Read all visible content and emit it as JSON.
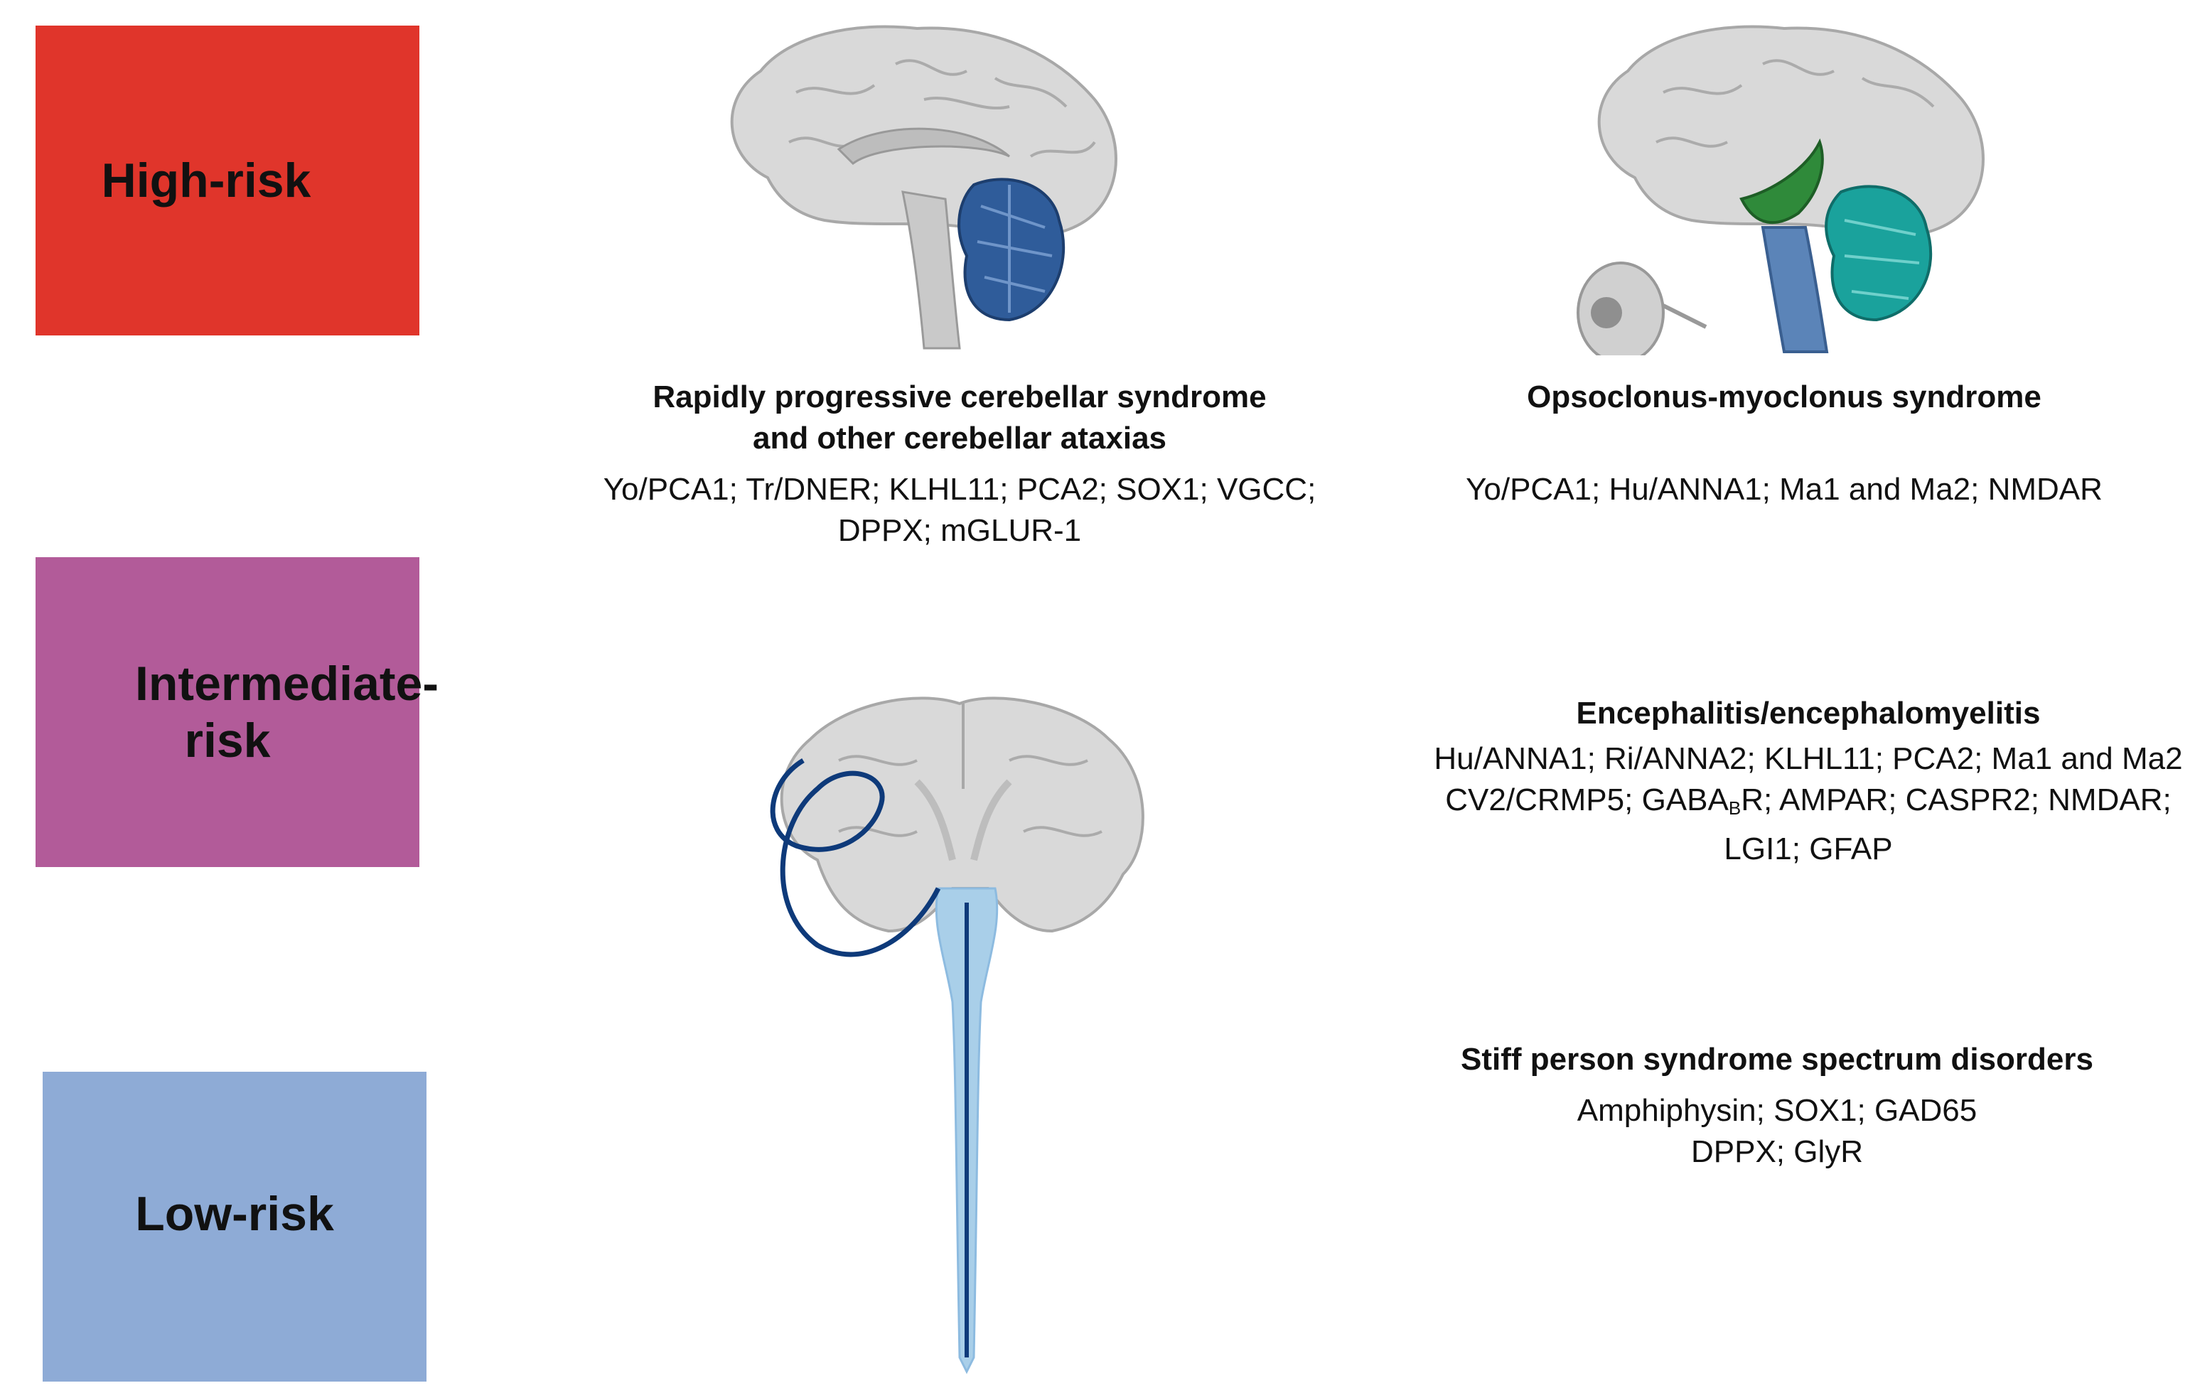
{
  "risk_levels": {
    "high": "High-risk",
    "intermediate": "Intermediate-risk",
    "low": "Low-risk"
  },
  "syndromes": {
    "cerebellar": {
      "title_line1": "Rapidly progressive cerebellar syndrome",
      "title_line2": "and other cerebellar ataxias",
      "abs_line1": "Yo/PCA1; Tr/DNER; KLHL11;  PCA2; SOX1; VGCC;",
      "abs_line2": "DPPX; mGLUR-1"
    },
    "opsoclonus": {
      "title": "Opsoclonus-myoclonus syndrome",
      "abs_line1": "Yo/PCA1; Hu/ANNA1; Ma1 and Ma2; NMDAR"
    },
    "encephalitis": {
      "title": "Encephalitis/encephalomyelitis",
      "abs_line1": "Hu/ANNA1; Ri/ANNA2; KLHL11; PCA2; Ma1 and Ma2",
      "abs_line2_pre": "CV2/CRMP5; GABA",
      "abs_line2_sub": "B",
      "abs_line2_post": "R; AMPAR; CASPR2; NMDAR;",
      "abs_line3": "LGI1; GFAP"
    },
    "stiff_person": {
      "title": "Stiff person syndrome spectrum disorders",
      "abs_line1": "Amphiphysin; SOX1; GAD65",
      "abs_line2": "DPPX; GlyR"
    }
  },
  "colors": {
    "high": "#e0352b",
    "intermediate": "#b25b99",
    "low": "#8eabd6",
    "cerebellum_blue": "#2f5c9a",
    "cerebellum_teal": "#1aa29c",
    "brainstem_blue": "#5b84b8",
    "green": "#2f8a3a",
    "spinal_light": "#a9cfe9",
    "nerve_dark": "#0e3a7a"
  }
}
